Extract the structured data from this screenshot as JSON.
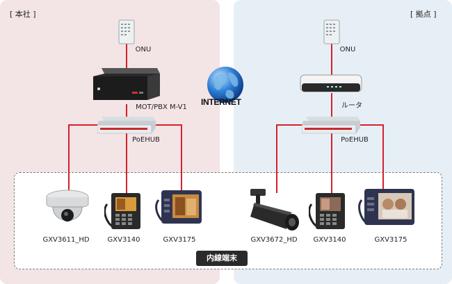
{
  "sites": {
    "hq_label": "[ 本社 ]",
    "branch_label": "[ 拠点 ]"
  },
  "hq": {
    "onu_label": "ONU",
    "pbx_label": "MOT/PBX M-V1",
    "hub_label": "PoEHUB",
    "devices": [
      "GXV3611_HD",
      "GXV3140",
      "GXV3175"
    ]
  },
  "internet_label": "INTERNET",
  "branch": {
    "onu_label": "ONU",
    "router_label": "ルータ",
    "hub_label": "PoEHUB",
    "devices": [
      "GXV3672_HD",
      "GXV3140",
      "GXV3175"
    ]
  },
  "terminal_label": "内線端末",
  "colors": {
    "hq_bg": "#f3e4e6",
    "branch_bg": "#e7eff6",
    "wire": "#d6202a"
  },
  "icons": [
    "onu-icon",
    "pbx-server-icon",
    "router-icon",
    "poe-hub-icon",
    "globe-icon",
    "dome-camera-icon",
    "bullet-camera-icon",
    "video-phone-icon",
    "touch-video-phone-icon"
  ]
}
